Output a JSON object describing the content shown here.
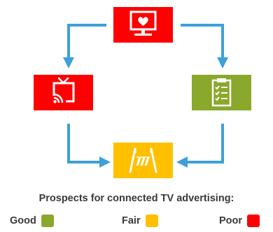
{
  "diagram": {
    "boxes": [
      {
        "id": "top",
        "icon": "tv-heart-icon",
        "rating": "poor"
      },
      {
        "id": "right",
        "icon": "clipboard-checklist-icon",
        "rating": "good"
      },
      {
        "id": "bottom",
        "icon": "road-barrier-icon",
        "rating": "fair"
      },
      {
        "id": "left",
        "icon": "cast-tv-icon",
        "rating": "poor"
      }
    ],
    "colors": {
      "good": "#8aa82b",
      "fair": "#ffc000",
      "poor": "#ff0000",
      "arrow": "#3ea0d8",
      "icon": "#ffffff"
    }
  },
  "legend": {
    "title": "Prospects for connected TV advertising:",
    "good_label": "Good",
    "fair_label": "Fair",
    "poor_label": "Poor"
  }
}
